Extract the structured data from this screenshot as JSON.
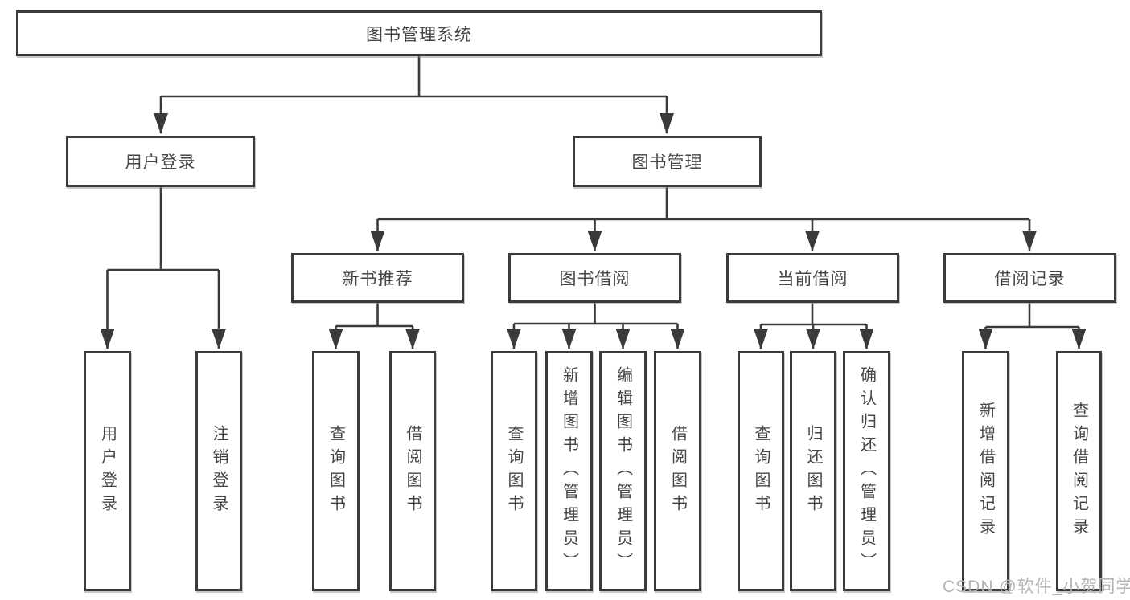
{
  "diagram": {
    "title": "图书管理系统",
    "root": {
      "label": "图书管理系统"
    },
    "level2": [
      {
        "label": "用户登录"
      },
      {
        "label": "图书管理"
      }
    ],
    "level3": [
      {
        "label": "新书推荐",
        "parent": "图书管理"
      },
      {
        "label": "图书借阅",
        "parent": "图书管理"
      },
      {
        "label": "当前借阅",
        "parent": "图书管理"
      },
      {
        "label": "借阅记录",
        "parent": "图书管理"
      }
    ],
    "leaves": [
      {
        "label": "用户登录",
        "parent": "用户登录"
      },
      {
        "label": "注销登录",
        "parent": "用户登录"
      },
      {
        "label": "查询图书",
        "parent": "新书推荐"
      },
      {
        "label": "借阅图书",
        "parent": "新书推荐"
      },
      {
        "label": "查询图书",
        "parent": "图书借阅"
      },
      {
        "label": "新增图书（管理员）",
        "parent": "图书借阅"
      },
      {
        "label": "编辑图书（管理员）",
        "parent": "图书借阅"
      },
      {
        "label": "借阅图书",
        "parent": "图书借阅"
      },
      {
        "label": "查询图书",
        "parent": "当前借阅"
      },
      {
        "label": "归还图书",
        "parent": "当前借阅"
      },
      {
        "label": "确认归还（管理员）",
        "parent": "当前借阅"
      },
      {
        "label": "新增借阅记录",
        "parent": "借阅记录"
      },
      {
        "label": "查询借阅记录",
        "parent": "借阅记录"
      }
    ],
    "colors": {
      "line": "#3a3a3a",
      "text": "#454545",
      "background": "#ffffff",
      "watermark": "#b3b3b3"
    }
  },
  "watermark": {
    "text": "CSDN @软件_小贺同学"
  }
}
